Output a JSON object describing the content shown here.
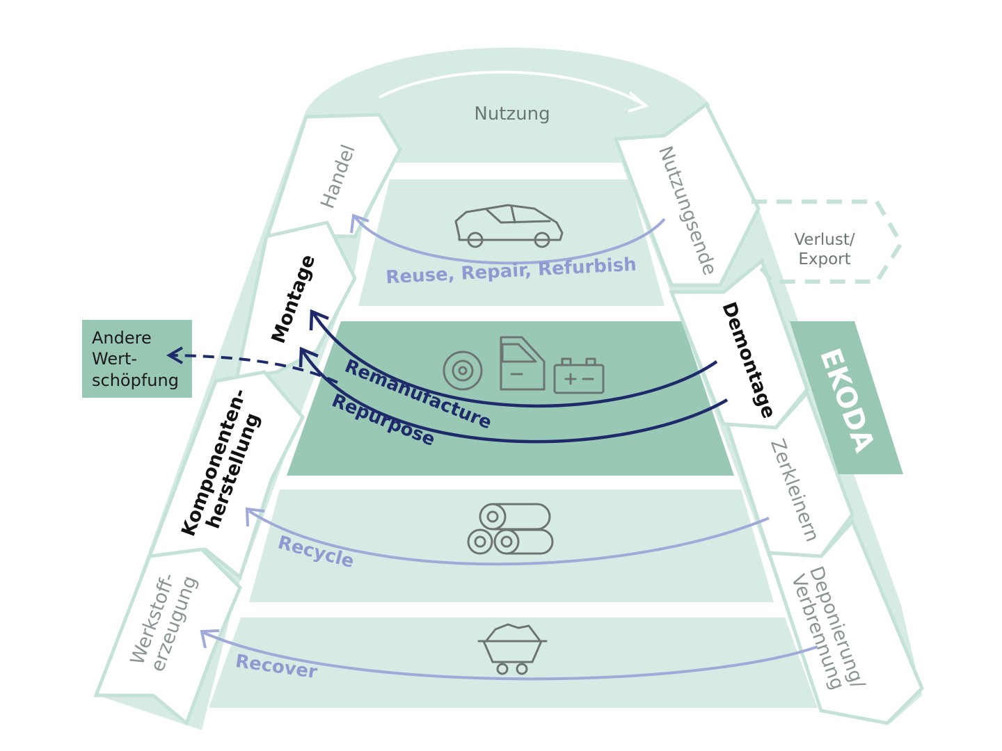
{
  "stages": {
    "usage": "Nutzung",
    "trade": "Handel",
    "end_of_use": "Nutzungsende",
    "assembly": "Montage",
    "disassembly": "Demontage",
    "component_manufacturing_line1": "Komponenten-",
    "component_manufacturing_line2": "herstellung",
    "shredding": "Zerkleinern",
    "material_production_line1": "Werkstoff-",
    "material_production_line2": "erzeugung",
    "landfill_line1": "Deponierung/",
    "landfill_line2": "Verbrennung"
  },
  "side_boxes": {
    "loss_line1": "Verlust/",
    "loss_line2": "Export",
    "other_value_line1": "Andere",
    "other_value_line2": "Wert-",
    "other_value_line3": "schöpfung",
    "ekoda": "EKODA"
  },
  "loops": {
    "reuse": "Reuse, Repair, Refurbish",
    "remanufacture": "Remanufacture",
    "repurpose": "Repurpose",
    "recycle": "Recycle",
    "recover": "Recover"
  },
  "icons": [
    "car-icon",
    "tire-icon",
    "car-door-icon",
    "battery-icon",
    "material-rolls-icon",
    "mine-cart-icon"
  ],
  "colors": {
    "light_green": "#d6ebe3",
    "mid_green": "#cfe7df",
    "band_dark": "#99c8b4",
    "ekoda_box": "#98c7b3",
    "outline": "#c5e2d8",
    "light_arrow": "#9faad8",
    "dark_arrow": "#1f2a6b"
  }
}
